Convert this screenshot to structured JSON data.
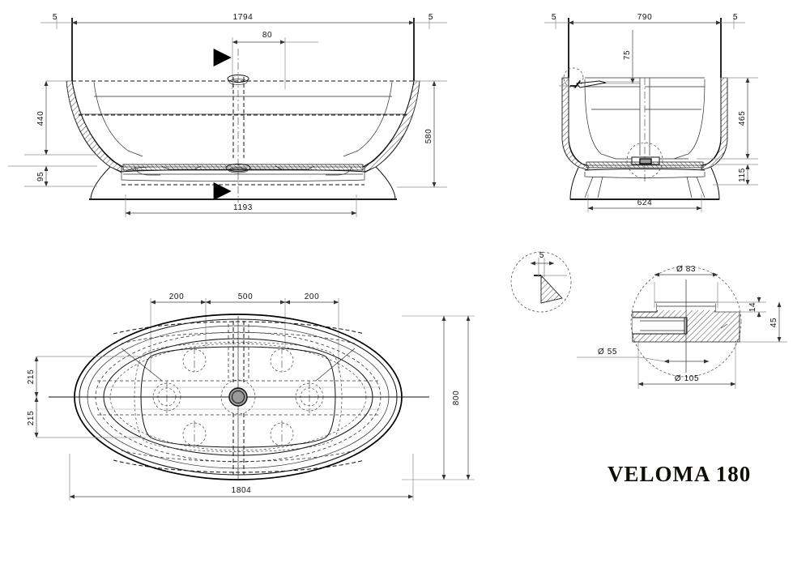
{
  "document": {
    "type": "technical-drawing",
    "title": "VELOMA 180",
    "units": "mm"
  },
  "views": {
    "front_elevation": {
      "name": "Front elevation",
      "dimensions": {
        "wall_left": "5",
        "wall_right": "5",
        "overall_width": "1794",
        "overflow_offset": "80",
        "inner_depth": "440",
        "overall_height": "580",
        "base_height": "95",
        "base_width": "1193"
      }
    },
    "side_elevation": {
      "name": "Side elevation",
      "dimensions": {
        "wall_left": "5",
        "wall_right": "5",
        "overall_width": "790",
        "overflow_drop": "75",
        "inner_height": "465",
        "foot_height": "115",
        "base_width": "624"
      }
    },
    "plan": {
      "name": "Plan view",
      "dimensions": {
        "seg_left": "200",
        "seg_center": "500",
        "seg_right": "200",
        "half_upper": "215",
        "half_lower": "215",
        "overall_depth": "800",
        "overall_length": "1804"
      }
    },
    "rim_detail": {
      "name": "Rim section detail",
      "dimensions": {
        "thickness": "5"
      }
    },
    "drain_detail": {
      "name": "Drain section detail",
      "dimensions": {
        "bore_top": "Ø 83",
        "bore_pipe": "Ø 55",
        "flange": "Ø 105",
        "lip": "14",
        "height": "45"
      }
    }
  },
  "colors": {
    "line": "#111111",
    "light_line": "#8d8d8d",
    "dimension": "#444444",
    "drain_fill": "#9a9a9a",
    "title": "#100c08",
    "background": "#ffffff"
  }
}
